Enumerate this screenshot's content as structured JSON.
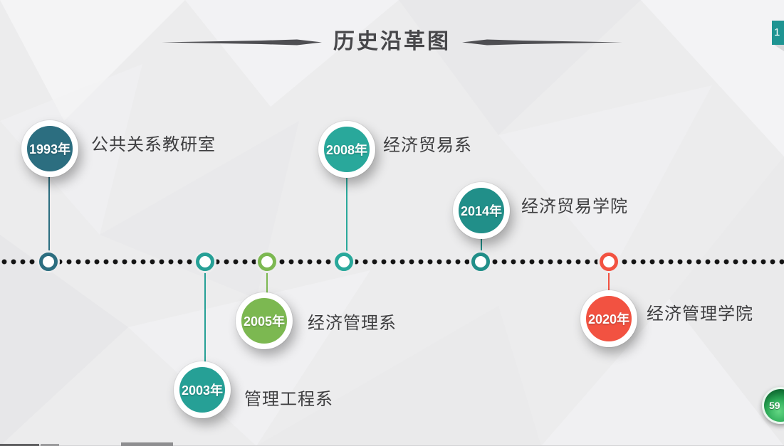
{
  "slide": {
    "title": "历史沿革图",
    "page_number": "1",
    "recording_timer": "59",
    "colors": {
      "background": "#ededee",
      "title_text": "#47474a",
      "label_text": "#3e3e40",
      "dots": "#141414",
      "page_badge": "#1e9492",
      "arrow": "#4e4e52"
    }
  },
  "timeline": {
    "events": [
      {
        "year": "1993年",
        "label": "公共关系教研室",
        "color": "#2c6e80",
        "side": "above"
      },
      {
        "year": "2003年",
        "label": "管理工程系",
        "color": "#26a096",
        "side": "below"
      },
      {
        "year": "2005年",
        "label": "经济管理系",
        "color": "#7cb851",
        "side": "below"
      },
      {
        "year": "2008年",
        "label": "经济贸易系",
        "color": "#29a89b",
        "side": "above"
      },
      {
        "year": "2014年",
        "label": "经济贸易学院",
        "color": "#218f89",
        "side": "above"
      },
      {
        "year": "2020年",
        "label": "经济管理学院",
        "color": "#f25241",
        "side": "below"
      }
    ]
  }
}
